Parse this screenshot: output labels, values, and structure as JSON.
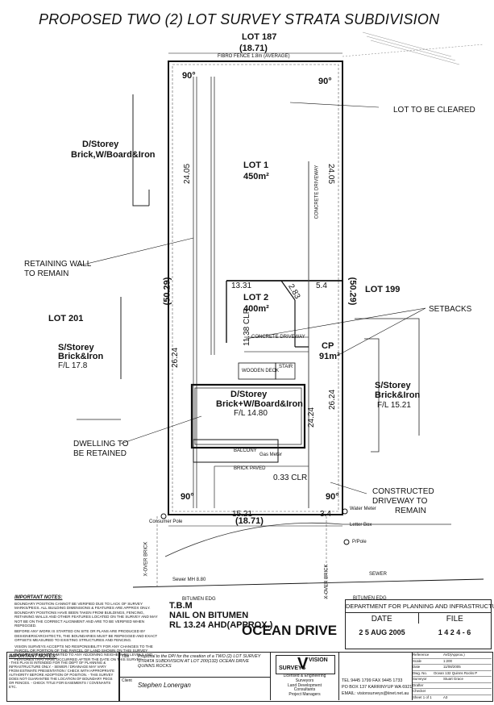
{
  "title": "PROPOSED TWO (2) LOT SURVEY STRATA SUBDIVISION",
  "neighbors": {
    "top": "LOT 187",
    "right": "LOT 199",
    "left": "LOT 201"
  },
  "dims": {
    "top": "(18.71)",
    "bottom": "(18.71)",
    "left_upper": "24.05",
    "right_upper": "24.05",
    "left_mid": "(50.29)",
    "right_mid": "(50.29)",
    "left_lower": "26.24",
    "right_lower": "26.24",
    "lot2_top": "13.31",
    "lot2_right": "5.4",
    "lot2_diag": "2.83",
    "cp_inner": "24.24",
    "front": "15.21",
    "front_small": "3.4",
    "clr_upper": "11.38 CLR",
    "clr_lower": "0.33 CLR",
    "angle_tl": "90°",
    "angle_tr": "90°",
    "angle_bl": "90°",
    "angle_br": "90°"
  },
  "lots": {
    "lot1_name": "LOT 1",
    "lot1_area": "450m²",
    "lot2_name": "LOT 2",
    "lot2_area": "400m²",
    "cp_name": "CP",
    "cp_area": "91m²"
  },
  "dwelling": {
    "line1": "D/Storey",
    "line2": "Brick+W/Board&Iron",
    "line3": "F/L 14.80",
    "balcony": "BALCONY",
    "wooden_deck": "WOODEN DECK",
    "stair": "STAIR",
    "gas_meter": "Gas Meter"
  },
  "neighbor_buildings": {
    "left_top_1": "D/Storey",
    "left_top_2": "Brick,W/Board&Iron",
    "left_low_1": "S/Storey",
    "left_low_2": "Brick&Iron",
    "left_low_3": "F/L 17.8",
    "right_1": "S/Storey",
    "right_2": "Brick&Iron",
    "right_3": "F/L 15.21"
  },
  "callouts": {
    "lot_cleared": "LOT TO BE CLEARED",
    "retaining_1": "RETAINING WALL",
    "retaining_2": "TO REMAIN",
    "setbacks": "SETBACKS",
    "dwelling_1": "DWELLING TO",
    "dwelling_2": "BE RETAINED",
    "driveway_1": "CONSTRUCTED",
    "driveway_2": "DRIVEWAY TO",
    "driveway_3": "REMAIN"
  },
  "features": {
    "fibro_top": "FIBRO FENCE 1.8m (AVERAGE)",
    "concrete_driveway": "CONCRETE DRIVEWAY",
    "brick_paved": "BRICK PAVED",
    "concrete_driveway_vert": "CONCRETE DRIVEWAY",
    "consumer_pole": "Consumer Pole",
    "water_meter": "Water Meter",
    "letter_box": "Letter Box",
    "p_pole": "P/Pole",
    "sewer": "SEWER",
    "bitumen_left": "BITUMEN EDG",
    "bitumen_right": "BITUMEN EDG",
    "xover_left": "X-OVER BRICK",
    "xover_right": "X-OVER BRICK",
    "sewer_mh": "Sewer MH 8.80"
  },
  "tbm": {
    "line1": "T.B.M",
    "line2": "NAIL ON BITUMEN",
    "line3": "RL 13.24 AHD(APPROX.)"
  },
  "road": "OCEAN DRIVE",
  "important_notes": {
    "heading": "IMPORTANT NOTES:",
    "text": "BOUNDARY POSITION CANNOT BE VERIFIED DUE TO LACK OF SURVEY MARKS/PEGS. ALL BUILDING DIMENSIONS & FEATURES ARE APPROX ONLY. BOUNDARY POSITIONS HAVE BEEN TAKEN FROM BUILDINGS, FENCING, RETAINING WALLS AND OTHER FEATURES LOCATED ON THE SURVEY AND MAY NOT BE ON THE CORRECT ALIGNMENT AND ARE TO BE VERIFIED WHEN REPEGGED.",
    "text2": "BEFORE ANY WORK IS STARTED ON SITE OR PLANS ARE PRODUCED BY DESIGNERS/ARCHITECTS, THE BOUNDARIES MUST BE REPEGGED AND EXACT OFFSETS MEASURED TO EXISTING STRUCTURES AND FENCING.",
    "text3": "VISION SURVEYS ACCEPTS NO RESPONSIBILITY FOR ANY CHANGES TO THE PARCEL OR PORTION OF THE PARCEL OF LAND SHOWN ON THIS SURVEY INCLUDING BUT NOT LIMITED TO ANY ADJOINING NEIGHBOURS LEVELS AND FEATURES THAT HAVE OCCURRED AFTER THE DATE ON THIS SURVEY."
  },
  "stamp": {
    "dept": "DEPARTMENT FOR PLANNING AND INFRASTRUCTURE",
    "date_label": "DATE",
    "file_label": "FILE",
    "date_value": "2 5 AUG 2005",
    "file_value": "1 4 2 4 - 6"
  },
  "title_block": {
    "notes_heading": "IMPORTANT NOTES:",
    "notes_text": "- THIS PLAN IS INTENDED FOR THE DEPT OF PLANNING & INFRASTRUCTURE ONLY. - SEWER / DRAINAGE MAY VARY FROM ESTIMATE PRESENTATION / CHECK WITH APPROPRIATE AUTHORITY BEFORE ADOPTION OF POSITION. - THIS SURVEY DOES NOT GUARANTEE THE LOCATION OF BOUNDARY PEGS OR FENCES. - CHECK TITLE FOR EASEMENTS / COVENANTS ETC.",
    "title_label": "Title",
    "title_text": "Proposal to the DPI for the creation of a TWO (2) LOT SURVEY STRATA SUBDIVISION AT LOT 200(132) OCEAN DRIVE QUINNS ROCKS",
    "client_label": "Client",
    "client": "Stephen Lonergan",
    "logo_top": "VISION",
    "logo_bottom": "SURVEYS",
    "svc1": "Licensed & Engineering",
    "svc2": "Surveyors",
    "svc3": "Land Development",
    "svc4": "Consultants",
    "svc5": "Project Managers",
    "tel": "TEL 9445 1799  FAX 9445 1733",
    "po": "PO BOX 137 KARRINYUP WA 6921",
    "email": "EMAIL: visionsurveys@iinet.net.au",
    "ref_label": "Reference",
    "ref": "AVD(Approx.)",
    "scale_label": "Scale",
    "scale": "1:200",
    "date_label": "Date",
    "date": "11/08/2005",
    "dwg_label": "Dwg. No.",
    "dwg": "Ocean 132 Quinns Rocks P",
    "surveyor_label": "Surveyor",
    "surveyor": "Stuart Grace",
    "drafter_label": "Drafter",
    "checker_label": "Checker",
    "sheet_label": "Sheet 1 of 1",
    "sheet": "A3"
  }
}
